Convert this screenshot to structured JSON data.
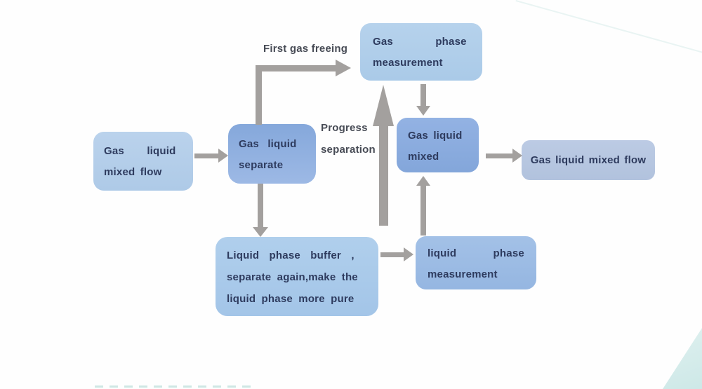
{
  "colors": {
    "arrow": "#a3a09e",
    "node_text": "#2e3b5e",
    "label_text": "#474b55",
    "node_light_blue": "#b0cbe7",
    "node_medium_blue": "#8cade0",
    "teal_accent": "#cde8e7"
  },
  "nodes": {
    "source": {
      "lines": [
        "Gas liquid",
        "mixed flow"
      ]
    },
    "separator": {
      "lines": [
        "Gas liquid",
        "separate"
      ]
    },
    "gas_measurement": {
      "lines": [
        "Gas phase",
        "measurement"
      ]
    },
    "mixer": {
      "lines": [
        "Gas liquid",
        "mixed"
      ]
    },
    "output": {
      "lines": [
        "Gas liquid mixed flow"
      ]
    },
    "buffer": {
      "lines": [
        "Liquid phase buffer ,",
        "separate again,make the",
        "liquid phase more pure"
      ]
    },
    "liquid_measurement": {
      "lines": [
        "liquid phase",
        "measurement"
      ]
    }
  },
  "labels": {
    "first_gas_freeing": "First gas freeing",
    "progress_separation": {
      "line1": "Progress",
      "line2": "separation"
    }
  },
  "arrows": [
    {
      "from": "source",
      "to": "separator"
    },
    {
      "from": "separator",
      "to": "gas_measurement",
      "label": "First gas freeing"
    },
    {
      "from": "separator",
      "to": "buffer"
    },
    {
      "from": "buffer",
      "to": "liquid_measurement"
    },
    {
      "from": "liquid_measurement",
      "to": "gas_measurement",
      "label": "Progress separation"
    },
    {
      "from": "gas_measurement",
      "to": "mixer"
    },
    {
      "from": "liquid_measurement",
      "to": "mixer"
    },
    {
      "from": "mixer",
      "to": "output"
    }
  ]
}
